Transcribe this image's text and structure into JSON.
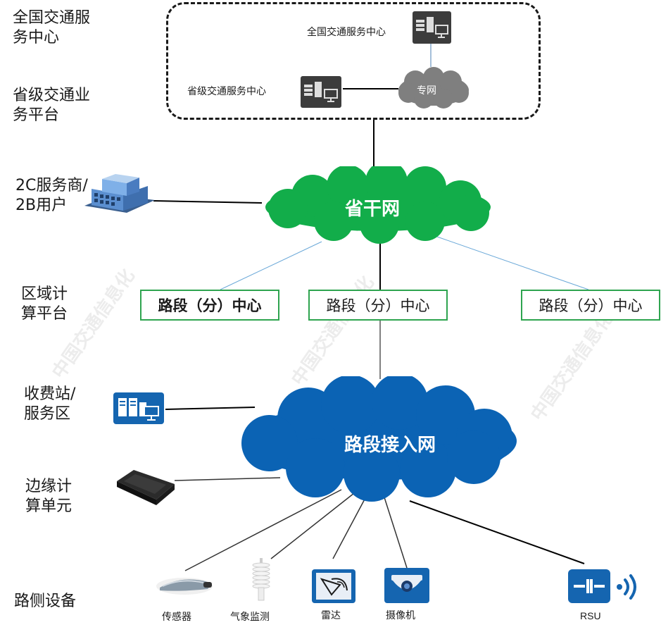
{
  "layers": {
    "national": "全国交通服务中心",
    "provincial": "省级交通业务平台",
    "service_provider": "2C服务商/2B用户",
    "regional": "区域计算平台",
    "toll": "收费站/服务区",
    "edge": "边缘计算单元",
    "roadside": "路侧设备"
  },
  "top": {
    "national_center": "全国交通服务中心",
    "provincial_center": "省级交通服务中心",
    "private_network": "专网"
  },
  "backbone": {
    "label": "省干网"
  },
  "segment_centers": [
    "路段（分）中心",
    "路段（分）中心",
    "路段（分）中心"
  ],
  "access": {
    "label": "路段接入网"
  },
  "devices": {
    "sensor": "传感器",
    "weather": "气象监测",
    "radar": "雷达",
    "camera": "摄像机",
    "rsu": "RSU"
  },
  "watermark": "中国交通信息化",
  "colors": {
    "backbone_cloud": "#12ad4a",
    "access_cloud": "#0b63b4",
    "box_border": "#2ea44f",
    "icon_blue": "#1565b0",
    "private_cloud": "#7f7f7f"
  }
}
